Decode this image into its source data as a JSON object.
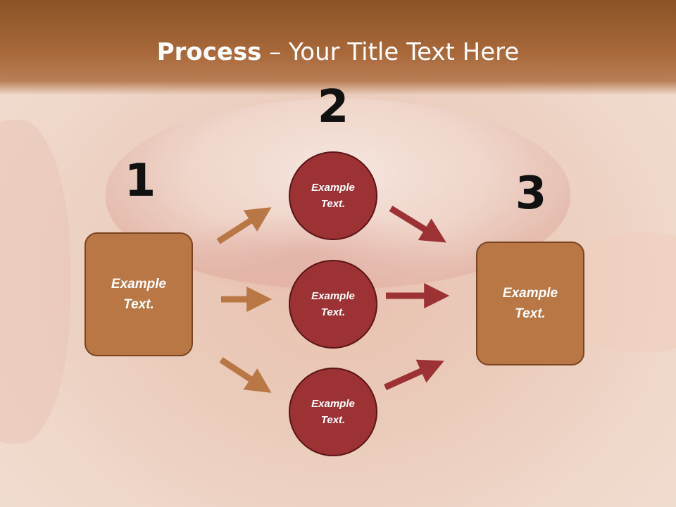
{
  "title": {
    "bold": "Process",
    "rest": " – Your Title Text Here"
  },
  "steps": [
    {
      "number": "1",
      "label": "Example Text."
    },
    {
      "number": "2",
      "items": [
        "Example Text.",
        "Example Text.",
        "Example Text."
      ]
    },
    {
      "number": "3",
      "label": "Example Text."
    }
  ],
  "colors": {
    "header": "#a8683a",
    "box": "#b87745",
    "circle": "#9c3234",
    "arrow_orange": "#b87745",
    "arrow_red": "#9c3234"
  }
}
